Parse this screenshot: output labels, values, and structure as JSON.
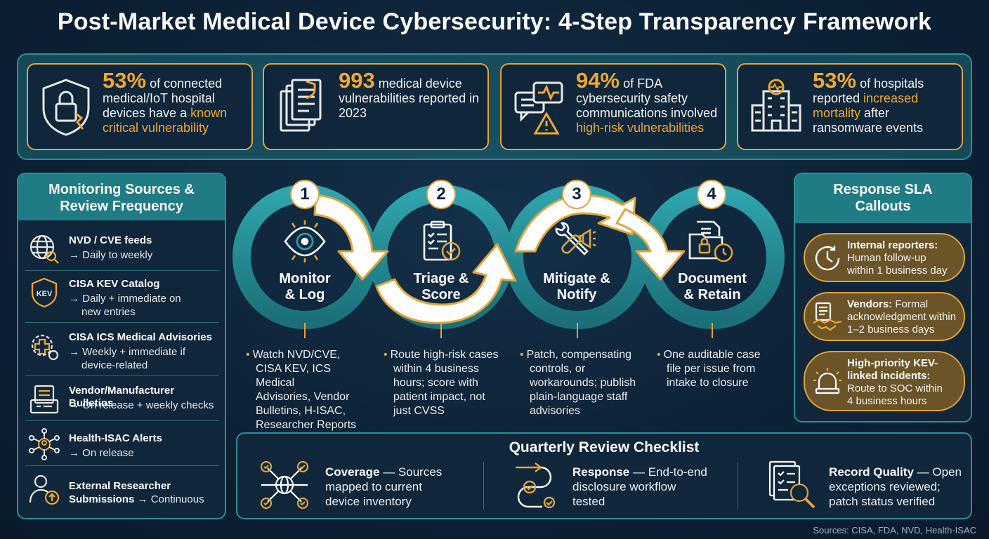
{
  "title": "Post-Market Medical Device Cybersecurity: 4-Step Transparency Framework",
  "stats": [
    {
      "big": "53%",
      "pre": "of connected medical/IoT hospital devices have a ",
      "highlight": "known critical vulnerability",
      "post": "",
      "icon": "shield-lock-icon"
    },
    {
      "big": "993",
      "pre": "medical device vulnerabilities reported in 2023",
      "highlight": "",
      "post": "",
      "icon": "documents-icon"
    },
    {
      "big": "94%",
      "pre": "of FDA cybersecurity safety communications involved ",
      "highlight": "high-risk vulnerabilities",
      "post": "",
      "icon": "alert-chat-icon"
    },
    {
      "big": "53%",
      "pre": "of hospitals reported ",
      "highlight": "increased mortality",
      "post": " after ransomware events",
      "icon": "hospital-icon"
    }
  ],
  "monitoring": {
    "title_line1": "Monitoring Sources &",
    "title_line2": "Review Frequency",
    "items": [
      {
        "name": "NVD / CVE feeds",
        "freq": [
          "→ Daily to weekly"
        ],
        "icon": "globe-search-icon"
      },
      {
        "name": "CISA KEV Catalog",
        "freq": [
          "→ Daily + immediate on",
          "new entries"
        ],
        "icon": "kev-shield-icon"
      },
      {
        "name": "CISA ICS Medical Advisories",
        "freq": [
          "→ Weekly + immediate if",
          "device-related"
        ],
        "icon": "medical-gear-icon"
      },
      {
        "name": "Vendor/Manufacturer Bulletins",
        "freq": [
          "→ On release + weekly checks"
        ],
        "icon": "bulletin-icon"
      },
      {
        "name": "Health-ISAC Alerts",
        "freq": [
          "→ On release"
        ],
        "icon": "network-user-icon"
      },
      {
        "name": "External Researcher",
        "name2": "Submissions",
        "freq2": " → Continuous",
        "icon": "researcher-upload-icon"
      }
    ]
  },
  "steps": [
    {
      "num": "1",
      "label1": "Monitor",
      "label2": "& Log",
      "icon": "eye-icon",
      "desc": [
        "Watch NVD/CVE,",
        "CISA KEV, ICS Medical",
        "Advisories, Vendor",
        "Bulletins, H-ISAC,",
        "Researcher Reports"
      ]
    },
    {
      "num": "2",
      "label1": "Triage &",
      "label2": "Score",
      "icon": "clipboard-check-icon",
      "desc": [
        "Route high-risk cases",
        "within 4 business",
        "hours; score with",
        "patient impact, not",
        "just CVSS"
      ]
    },
    {
      "num": "3",
      "label1": "Mitigate &",
      "label2": "Notify",
      "icon": "wrench-megaphone-icon",
      "desc": [
        "Patch, compensating",
        "controls, or",
        "workarounds; publish",
        "plain-language staff",
        "advisories"
      ]
    },
    {
      "num": "4",
      "label1": "Document",
      "label2": "& Retain",
      "icon": "folder-lock-clock-icon",
      "desc": [
        "One auditable case",
        "file per issue from",
        "intake to closure"
      ]
    }
  ],
  "sla": {
    "title_line1": "Response SLA",
    "title_line2": "Callouts",
    "items": [
      {
        "bold": "Internal reporters:",
        "rest": [
          "Human follow-up",
          "within 1 business day"
        ],
        "icon": "clock-icon"
      },
      {
        "bold": "Vendors:",
        "rest_first": " Formal",
        "rest": [
          "acknowledgment within",
          "1–2 business days"
        ],
        "icon": "handshake-doc-icon"
      },
      {
        "bold": "High-priority KEV-",
        "bold2": "linked incidents:",
        "rest": [
          "Route to SOC within",
          "4 business hours"
        ],
        "icon": "alarm-siren-icon"
      }
    ]
  },
  "checklist": {
    "title": "Quarterly Review Checklist",
    "items": [
      {
        "bold": "Coverage",
        "rest": " — Sources",
        "lines": [
          "mapped to current",
          "device inventory"
        ],
        "icon": "network-check-icon"
      },
      {
        "bold": "Response",
        "rest": " — End-to-end",
        "lines": [
          "disclosure workflow",
          "tested"
        ],
        "icon": "workflow-check-icon"
      },
      {
        "bold": "Record Quality",
        "rest": " — Open",
        "lines": [
          "exceptions reviewed;",
          "patch status verified"
        ],
        "icon": "records-search-icon"
      }
    ]
  },
  "sources": "Sources: CISA, FDA, NVD, Health-ISAC",
  "colors": {
    "accent": "#f0a830",
    "teal": "#1f7b84",
    "background": "#0d2236"
  }
}
